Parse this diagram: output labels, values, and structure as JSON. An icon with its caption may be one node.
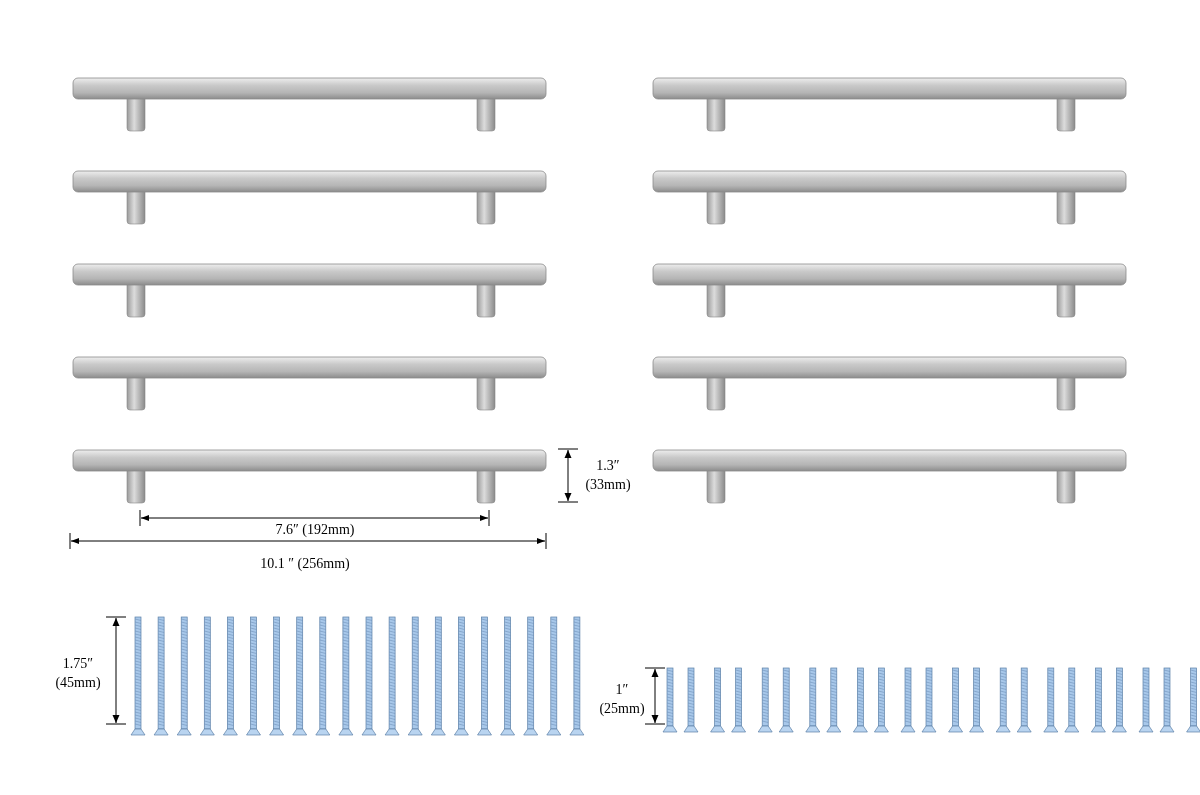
{
  "diagram": {
    "labels": [
      "1.3″ (33mm)",
      "7.6″ (192mm)",
      "10.1 ″ (256mm)",
      "1.75″ (45mm)",
      "1″ (25mm)"
    ]
  }
}
